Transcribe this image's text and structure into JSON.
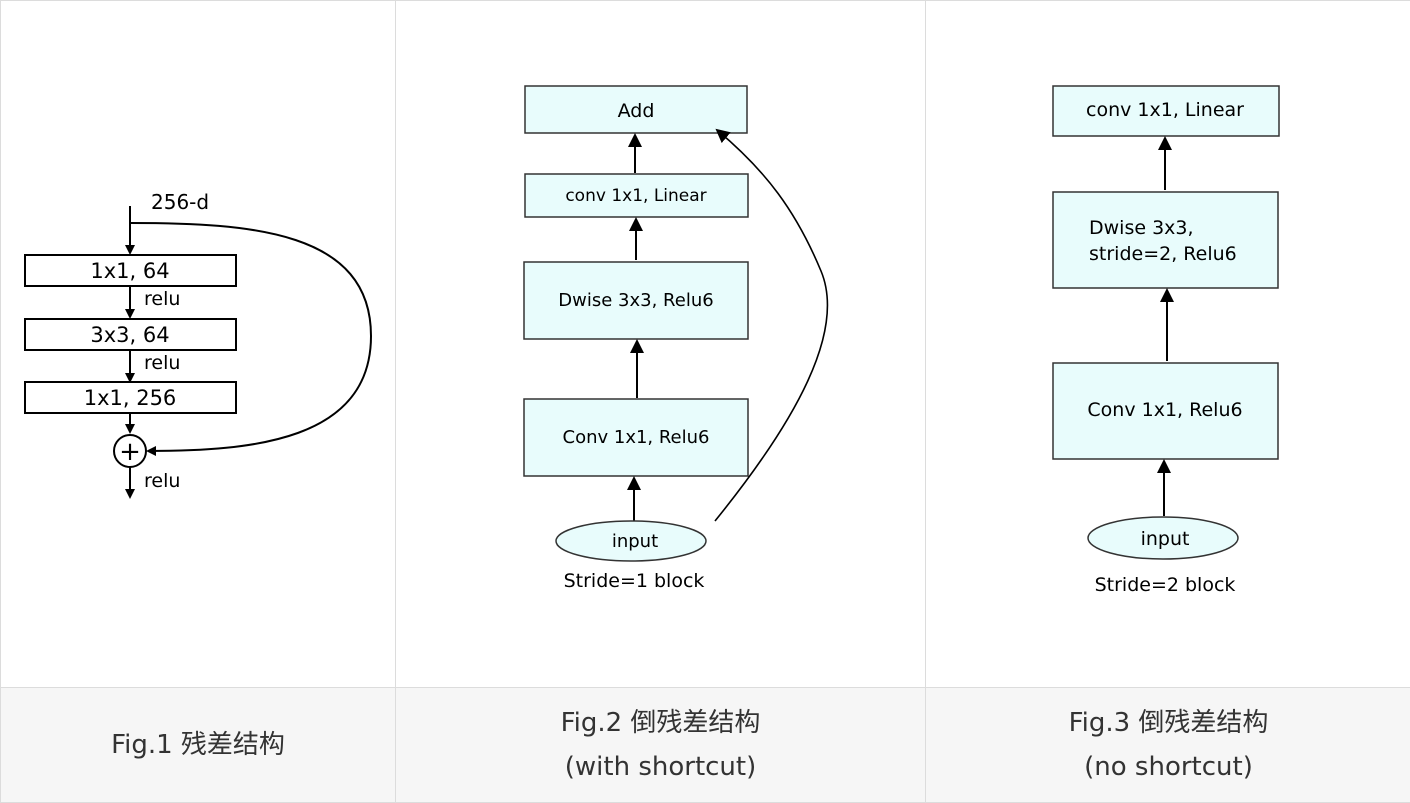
{
  "fig1": {
    "input_label": "256-d",
    "layers": [
      "1x1, 64",
      "3x3, 64",
      "1x1, 256"
    ],
    "activations": [
      "relu",
      "relu",
      "relu"
    ],
    "add_symbol": "+"
  },
  "fig2": {
    "nodes": [
      "Add",
      "conv 1x1, Linear",
      "Dwise 3x3, Relu6",
      "Conv 1x1, Relu6"
    ],
    "input_label": "input",
    "block_label": "Stride=1 block"
  },
  "fig3": {
    "nodes": [
      "conv 1x1, Linear",
      "Dwise 3x3,",
      "stride=2, Relu6",
      "Conv 1x1, Relu6"
    ],
    "input_label": "input",
    "block_label": "Stride=2 block"
  },
  "captions": [
    {
      "line1": "Fig.1 残差结构",
      "line2": ""
    },
    {
      "line1": "Fig.2 倒残差结构",
      "line2": "(with shortcut)"
    },
    {
      "line1": "Fig.3 倒残差结构",
      "line2": "(no shortcut)"
    }
  ],
  "colors": {
    "node_fill": "#e8fcfc",
    "stroke": "#000000",
    "caption_bg": "#f6f6f6",
    "border": "#dcdcdc"
  }
}
